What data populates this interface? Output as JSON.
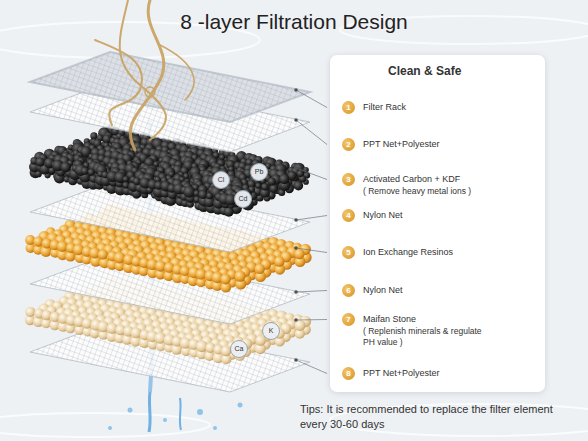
{
  "diagram": {
    "title": "8 -layer Filtration Design",
    "nodes": [
      {
        "text": [
          "Clean & Safe"
        ]
      },
      {
        "text": [
          "1",
          "Filter Rack"
        ],
        "in": 0
      },
      {
        "text": [
          "2",
          "PPT Net+Polyester"
        ],
        "in": 0
      },
      {
        "text": [
          "3",
          "Activated Carbon + KDF",
          "( Remove heavy metal ions )"
        ],
        "in": 0
      },
      {
        "text": [
          "4",
          "Nylon Net"
        ],
        "in": 0
      },
      {
        "text": [
          "5",
          "Ion Exchange Resinos"
        ],
        "in": 0
      },
      {
        "text": [
          "6",
          "Nylon Net"
        ],
        "in": 0
      },
      {
        "text": [
          "7",
          "Maifan Stone",
          "( Replenish minerals & regulate PH value )"
        ],
        "in": 0
      },
      {
        "text": [
          "8",
          "PPT Net+Polyester"
        ],
        "in": 0
      }
    ],
    "labels": [
      "Pb",
      "Cl",
      "Cd",
      "K",
      "Ca",
      "Tips: It is recommended to replace the filter element every 30-60 days"
    ]
  }
}
